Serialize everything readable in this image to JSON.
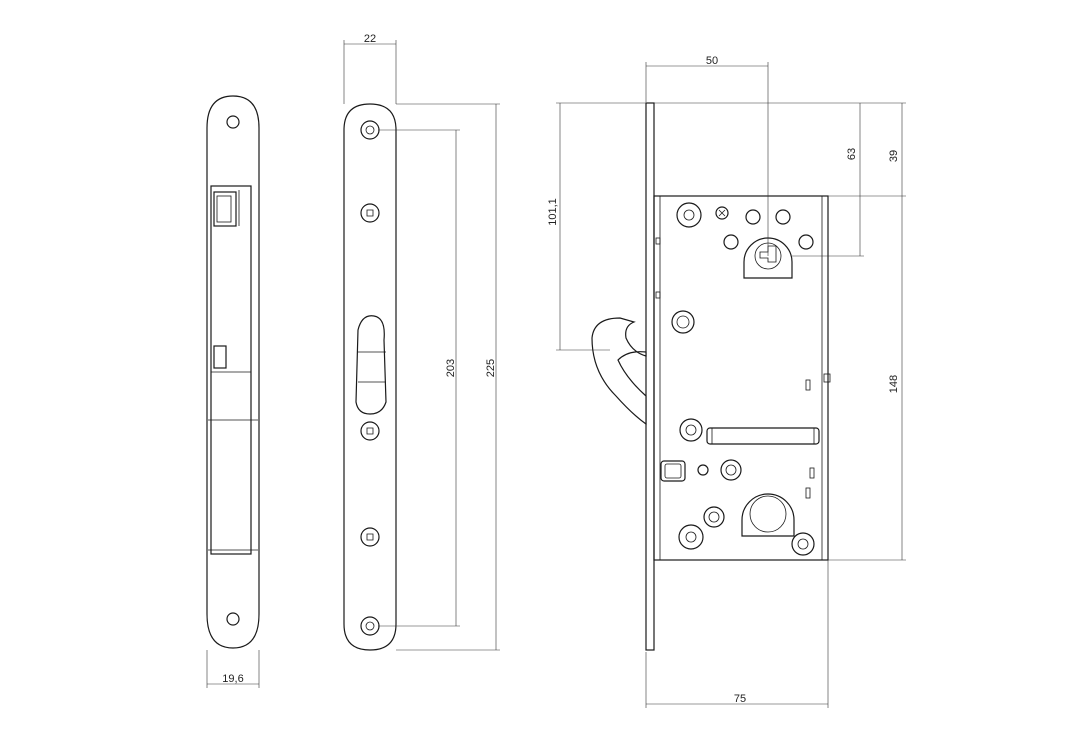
{
  "colors": {
    "line": "#1a1a1a",
    "dimension": "#333333",
    "background": "#ffffff"
  },
  "dimensions": {
    "side_width": "19,6",
    "front_width": "22",
    "hole_spacing": "203",
    "front_height": "225",
    "backset": "50",
    "case_width": "75",
    "hook_height": "101,1",
    "top_to_spindle": "63",
    "top_to_case": "39",
    "case_height": "148"
  }
}
